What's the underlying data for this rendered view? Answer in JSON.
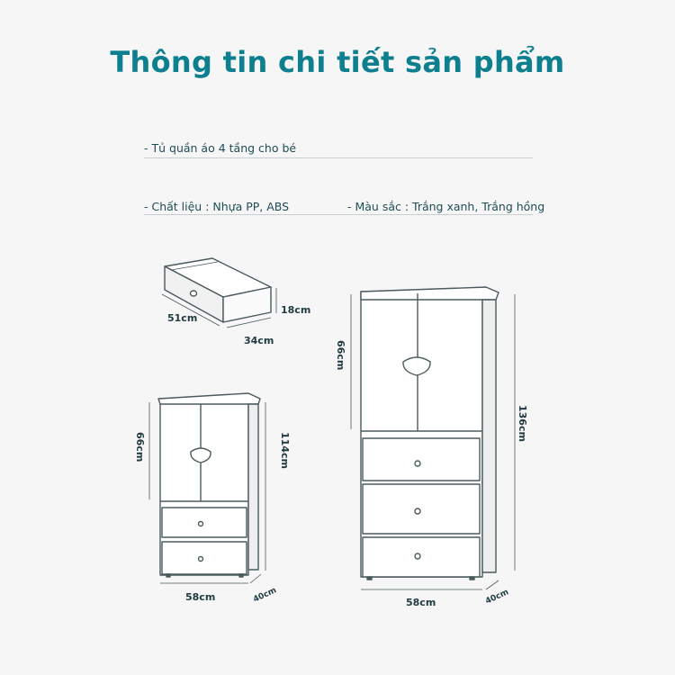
{
  "title": "Thông tin chi tiết sản phẩm",
  "product_name": "- Tủ quần áo 4 tầng cho bé",
  "material": "- Chất liệu : Nhựa PP, ABS",
  "color": "- Màu sắc : Trắng xanh, Trắng hồng",
  "drawer_dims": {
    "length": "51cm",
    "width": "34cm",
    "height": "18cm"
  },
  "small_cabinet": {
    "door_height": "66cm",
    "total_height": "114cm",
    "width": "58cm",
    "depth": "40cm"
  },
  "large_cabinet": {
    "door_height": "66cm",
    "total_height": "136cm",
    "width": "58cm",
    "depth": "40cm"
  },
  "colors": {
    "title": "#0e7f8f",
    "text": "#1f4d56",
    "line": "#4a5a5e"
  }
}
